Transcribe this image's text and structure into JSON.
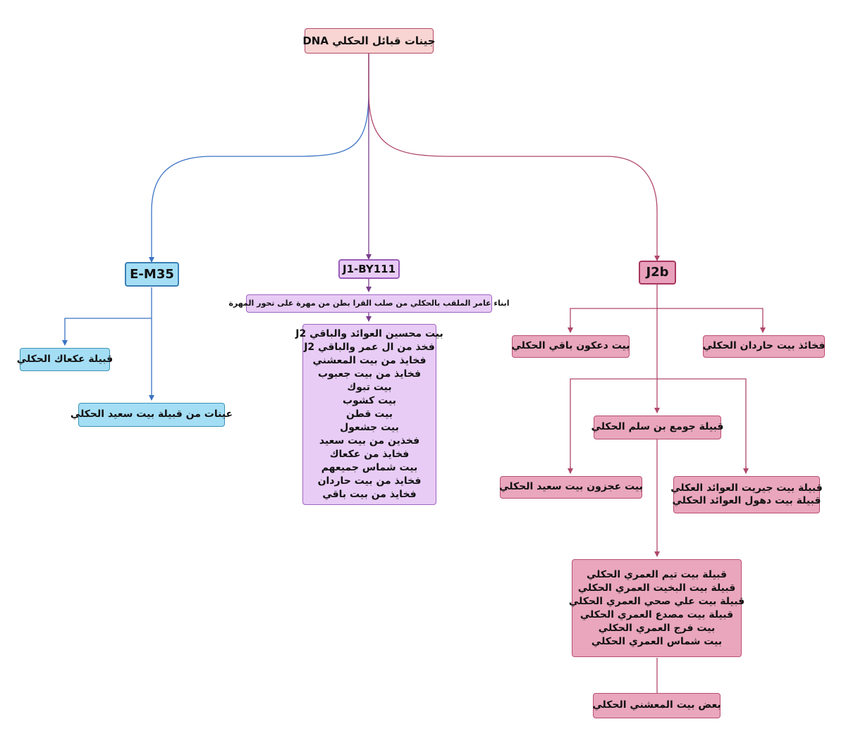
{
  "root": {
    "label": "جينات قبائل الحكلي DNA"
  },
  "haplogroups": {
    "e_m35": "E-M35",
    "j1": "J1-BY111",
    "j2b": "J2b"
  },
  "e_m35_branch": {
    "items": [
      "قبيلة عكعاك الحكلي",
      "عينات من قبيلة بيت سعيد الحكلي"
    ]
  },
  "j1_branch": {
    "intro": "ابناء عامر الملقب بالحكلي من صلب القرا بطن من مهرة على تحور المهرة",
    "lines": [
      "بيت محسين العوائد والباقي J2",
      "فخذ من ال عمر والباقي J2",
      "فخايذ من بيت المعشني",
      "فخايذ من بيت جعبوب",
      "بيت تبوك",
      "بيت كشوب",
      "بيت قطن",
      "بيت جشعول",
      "فخذين من بيت سعيد",
      "فخايذ من عكعاك",
      "بيت شماس جميعهم",
      "فخايذ من بيت حاردان",
      "فخايذ من بيت باقي"
    ]
  },
  "j2b_branch": {
    "top_left": "بيت دعكون باقي الحكلي",
    "top_right": "فخائذ بيت حاردان الحكلي",
    "center": "قبيلة جومع بن سلم الحكلي",
    "mid_left": "بيت عجزون بيت سعيد الحكلي",
    "mid_right": [
      "قبيلة بيت جيريت العوائد العكلي",
      "قبيلة بيت دهول العوائد الحكلي"
    ],
    "lower": [
      "قبيلة بيت تيم العمري الحكلي",
      "قبيلة بيت البخيت العمري الحكلي",
      "قبيلة بيت علي صحي العمري الحكلي",
      "قبيلة بيت مصدع العمري الحكلي",
      "بيت فرج العمري الحكلي",
      "بيت شماس العمري الحكلي"
    ],
    "bottom": "بعض بيت المعشني الحكلي"
  },
  "colors": {
    "pink_fill": "#e9a6bd",
    "pink_edge": "#b9506f",
    "blue_fill": "#a4def5",
    "blue_edge": "#3a72c4",
    "purple_fill": "#e8ccf5",
    "purple_edge": "#7a3d8c"
  }
}
